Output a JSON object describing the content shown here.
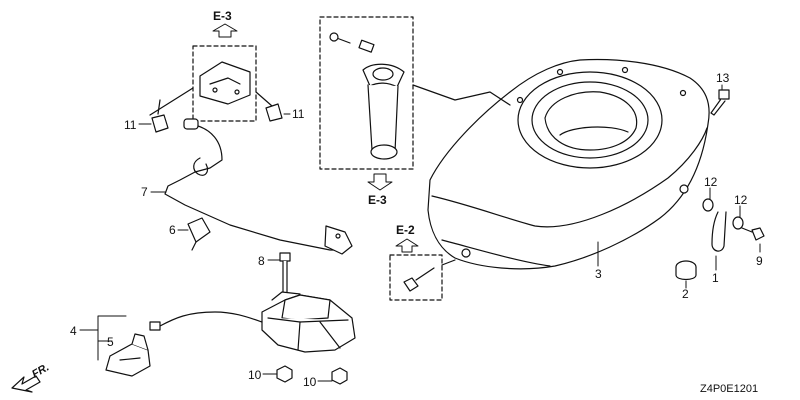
{
  "diagram": {
    "code": "Z4P0E1201",
    "front_label": "FR.",
    "refs": {
      "e3_top": "E-3",
      "e3_mid": "E-3",
      "e2": "E-2"
    },
    "callouts": {
      "c1": "1",
      "c2": "2",
      "c3": "3",
      "c4": "4",
      "c5": "5",
      "c6": "6",
      "c7": "7",
      "c8": "8",
      "c9": "9",
      "c10a": "10",
      "c10b": "10",
      "c11a": "11",
      "c11b": "11",
      "c12a": "12",
      "c12b": "12",
      "c13": "13"
    }
  }
}
